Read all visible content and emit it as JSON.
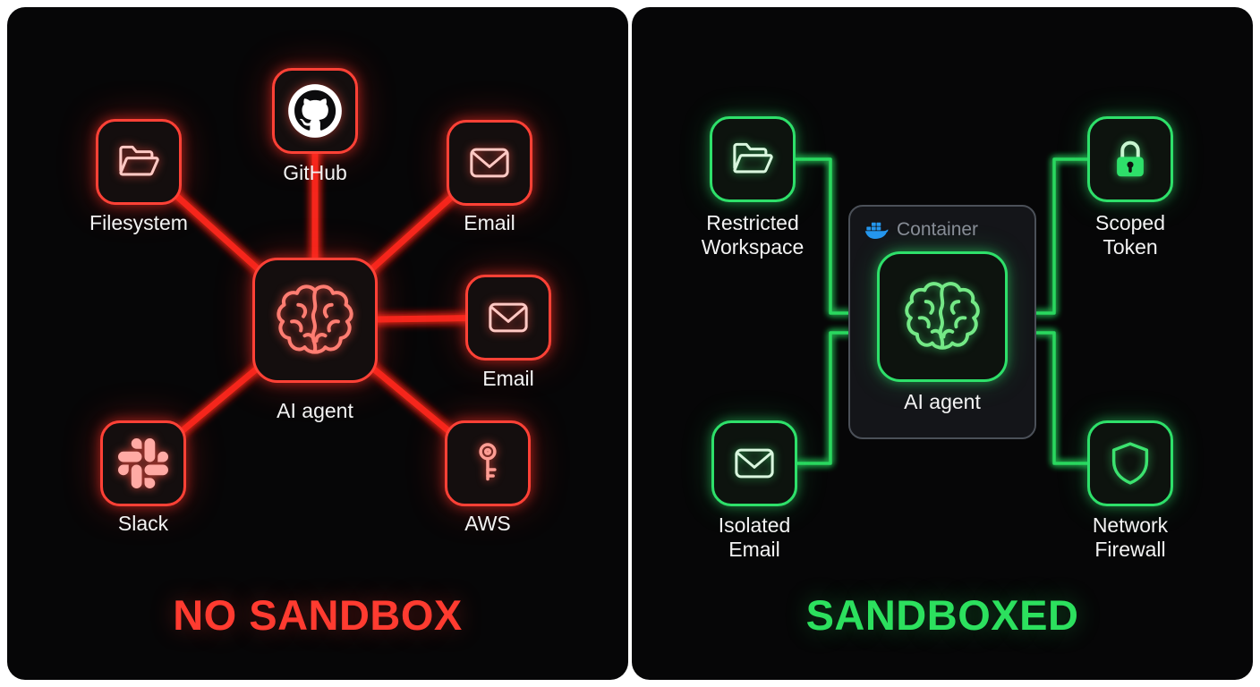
{
  "page": {
    "background": "#ffffff",
    "panel_background": "#060607"
  },
  "left_panel": {
    "title": "NO SANDBOX",
    "title_color": "#ff3b30",
    "accent": "#ff4136",
    "line_color": "#f5271f",
    "agent": {
      "label": "AI agent",
      "icon": "brain-icon"
    },
    "nodes": [
      {
        "id": "filesystem",
        "label": "Filesystem",
        "icon": "folder-icon"
      },
      {
        "id": "github",
        "label": "GitHub",
        "icon": "github-icon"
      },
      {
        "id": "email-top",
        "label": "Email",
        "icon": "envelope-icon"
      },
      {
        "id": "email-right",
        "label": "Email",
        "icon": "envelope-icon"
      },
      {
        "id": "slack",
        "label": "Slack",
        "icon": "slack-icon"
      },
      {
        "id": "aws",
        "label": "AWS",
        "icon": "key-icon"
      }
    ]
  },
  "right_panel": {
    "title": "SANDBOXED",
    "title_color": "#2ce05e",
    "accent": "#2ee06a",
    "line_color": "#2bd85e",
    "container": {
      "label": "Container",
      "label_color": "#878d96",
      "docker_color": "#2496ed",
      "icon": "docker-icon"
    },
    "agent": {
      "label": "AI agent",
      "icon": "brain-icon"
    },
    "nodes": [
      {
        "id": "restricted-workspace",
        "lines": [
          "Restricted",
          "Workspace"
        ],
        "icon": "folder-icon"
      },
      {
        "id": "scoped-token",
        "lines": [
          "Scoped",
          "Token"
        ],
        "icon": "lock-icon"
      },
      {
        "id": "isolated-email",
        "lines": [
          "Isolated",
          "Email"
        ],
        "icon": "envelope-icon"
      },
      {
        "id": "network-firewall",
        "lines": [
          "Network",
          "Firewall"
        ],
        "icon": "shield-icon"
      }
    ]
  }
}
